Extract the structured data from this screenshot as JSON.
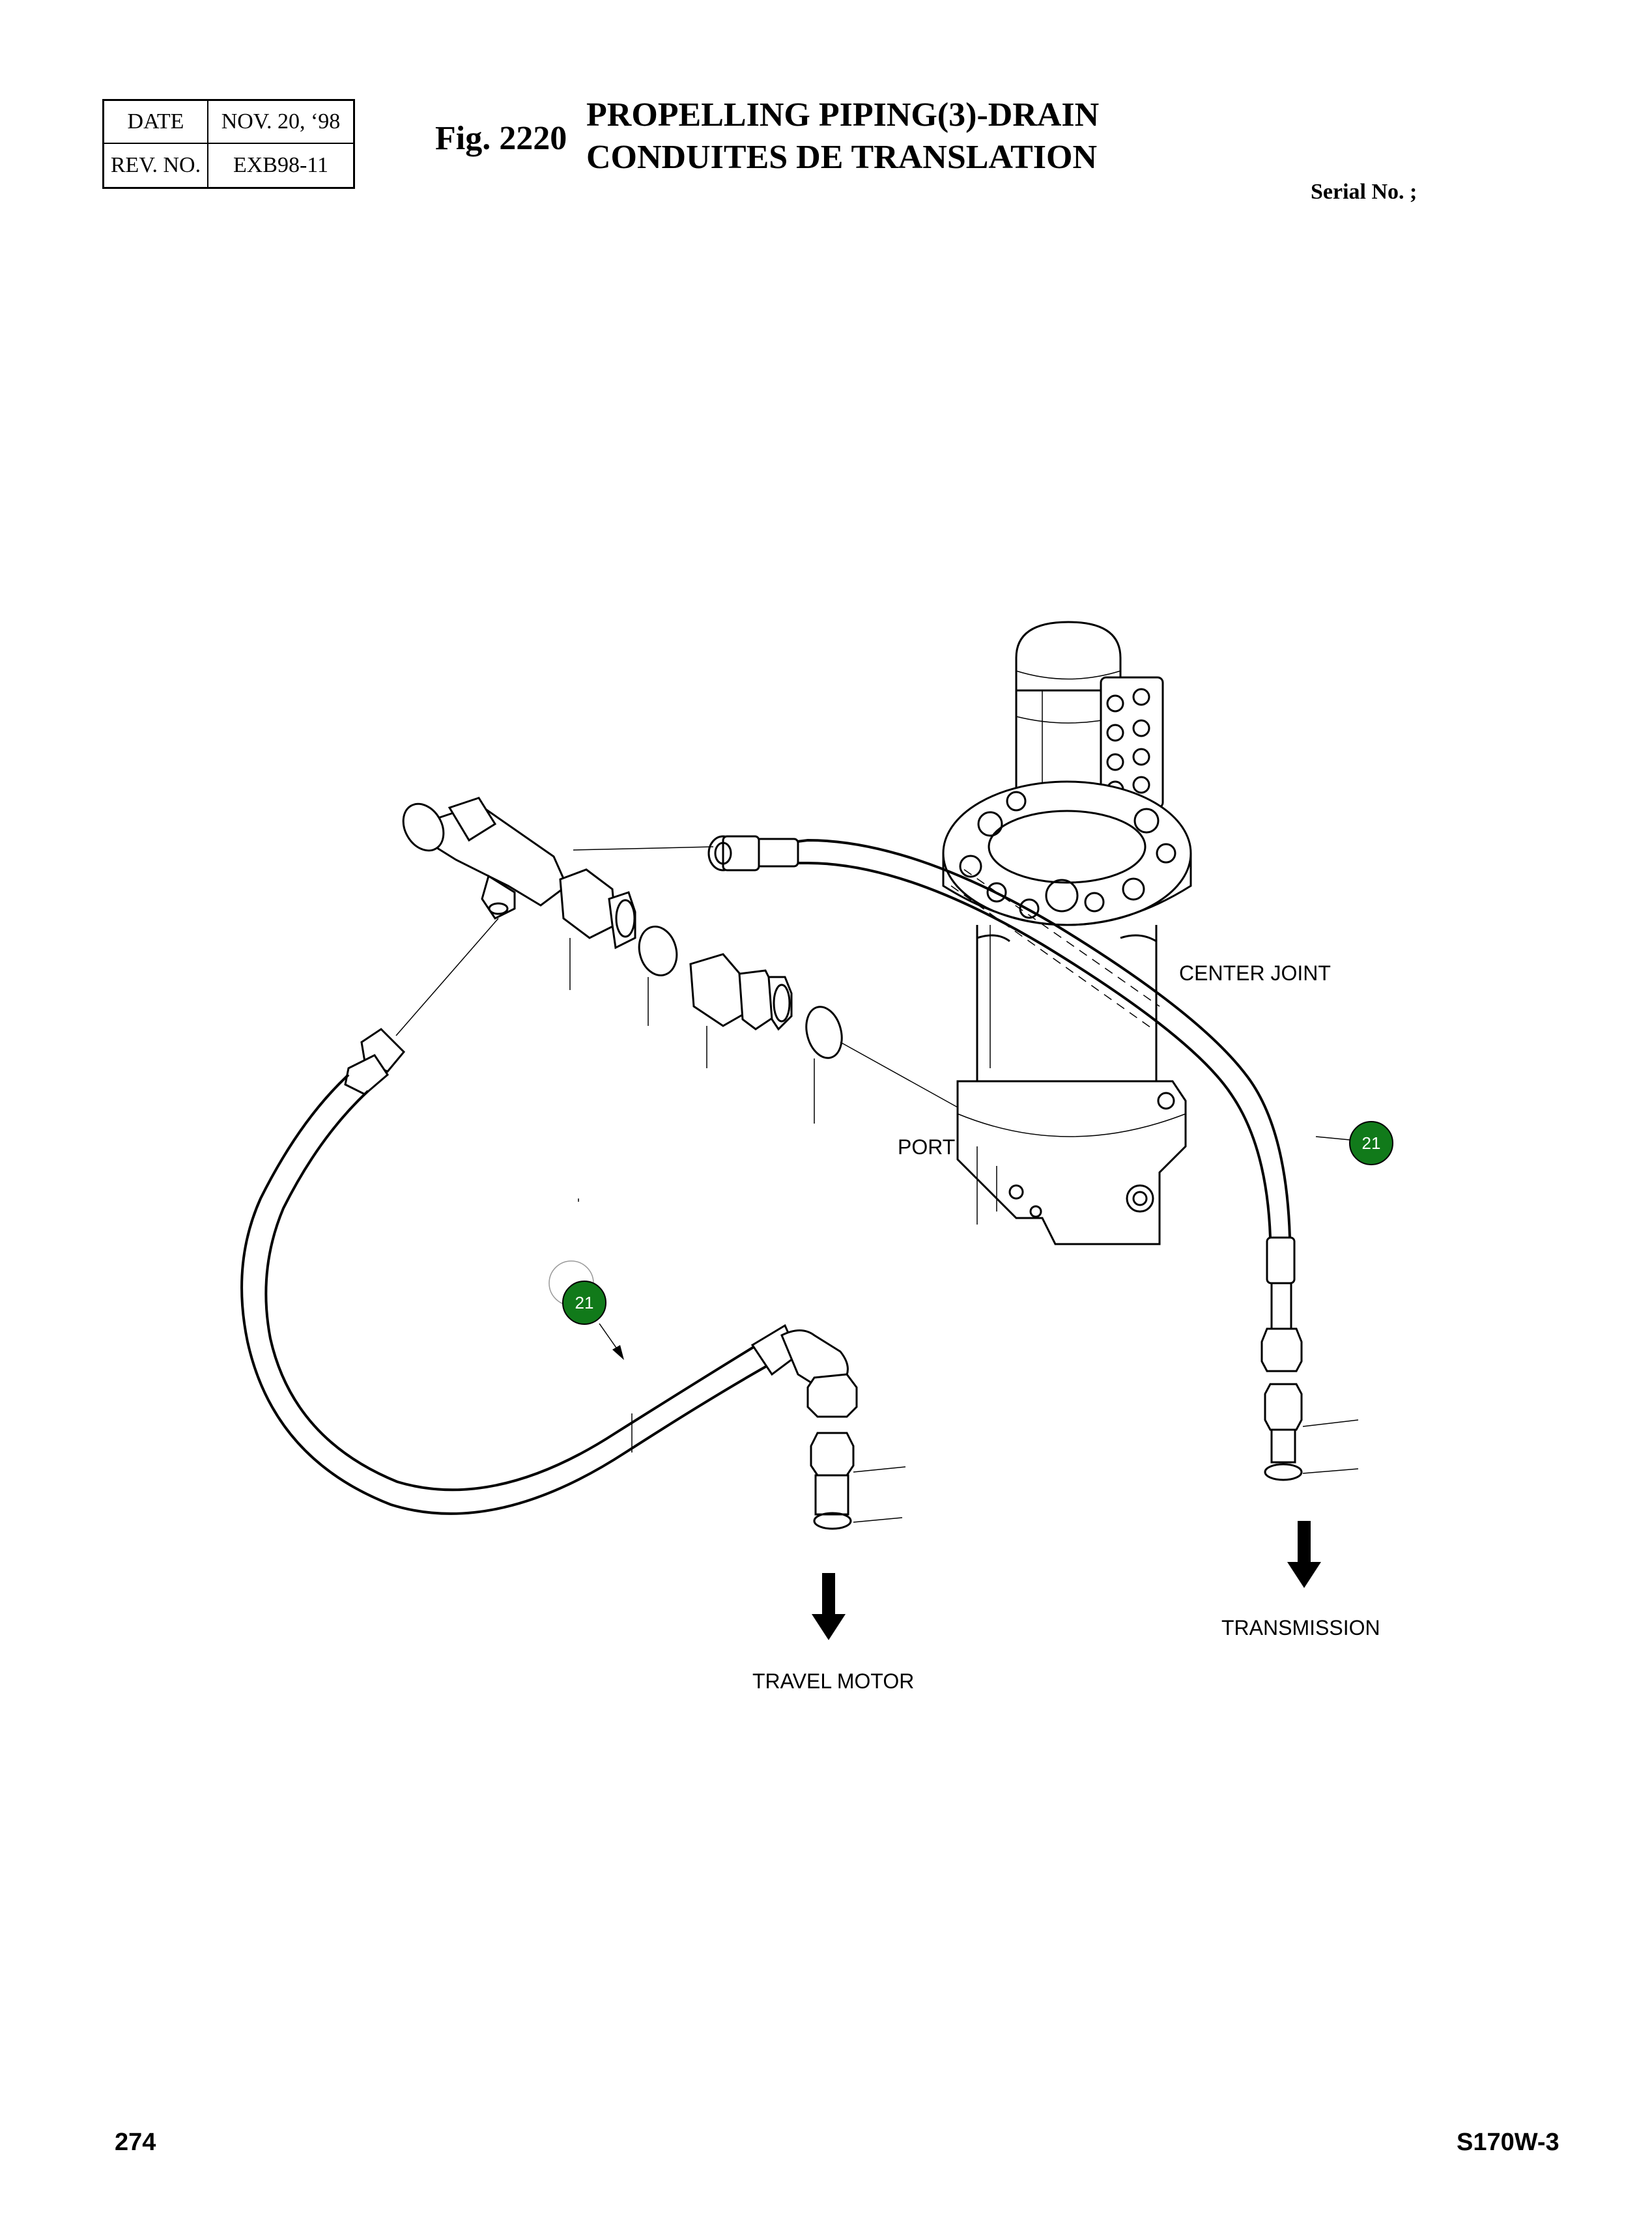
{
  "header": {
    "date_label": "DATE",
    "date_value": "NOV. 20, ‘98",
    "rev_label": "REV. NO.",
    "rev_value": "EXB98-11",
    "fig_number": "Fig. 2220",
    "title_en": "PROPELLING PIPING(3)-DRAIN",
    "title_fr": "CONDUITES DE TRANSLATION",
    "serial": "Serial No. ;"
  },
  "labels": {
    "center_joint": "CENTER JOINT",
    "port": "PORT",
    "transmission": "TRANSMISSION",
    "travel_motor": "TRAVEL MOTOR"
  },
  "balloons": [
    {
      "text": "21"
    },
    {
      "text": "21"
    }
  ],
  "colors": {
    "balloon_fill": "#117a1a",
    "line": "#000000"
  },
  "footer": {
    "page_number": "274",
    "model": "S170W-3"
  }
}
